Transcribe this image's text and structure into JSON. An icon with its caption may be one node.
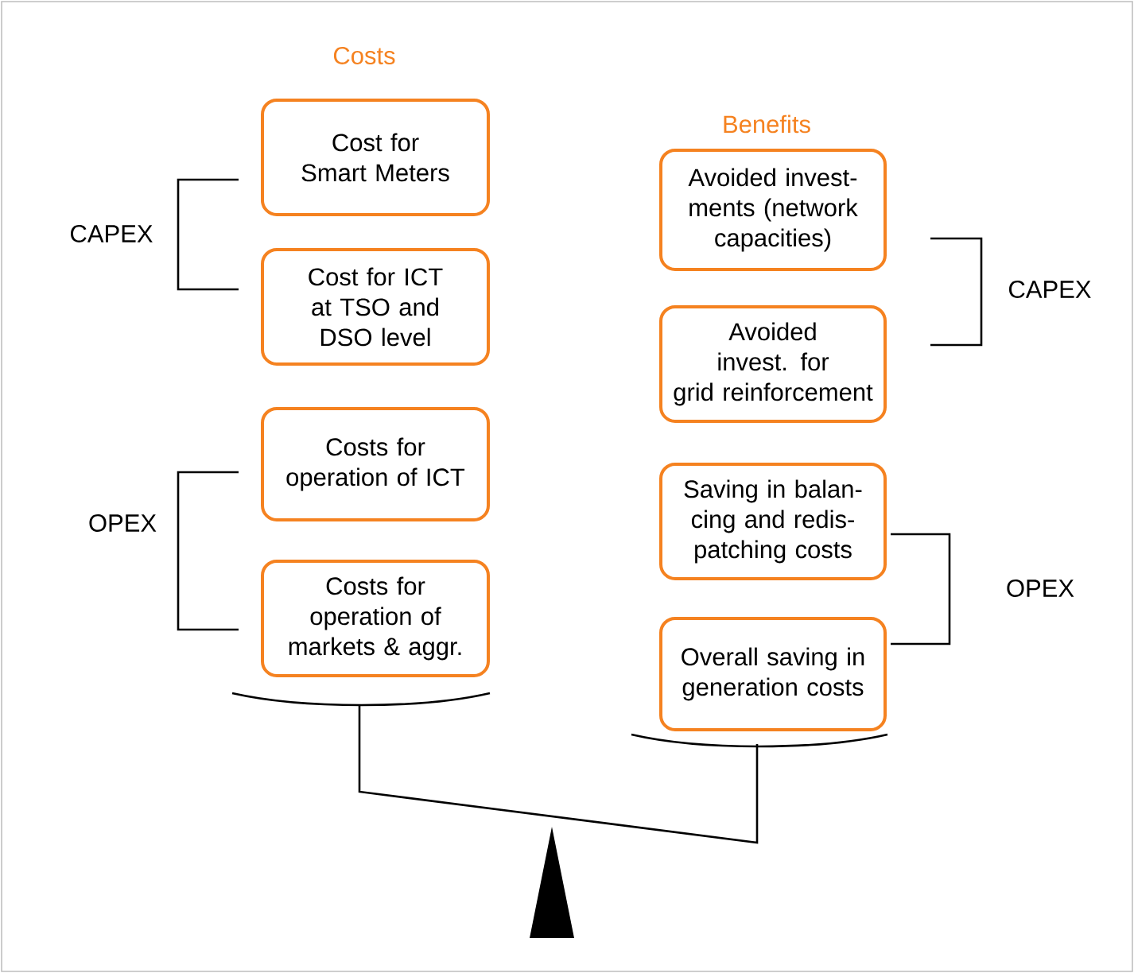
{
  "diagram": {
    "nodes": [
      {
        "text": [
          "Cost for Smart Meters"
        ]
      },
      {
        "text": [
          "Cost for ICT at TSO and DSO level"
        ]
      },
      {
        "text": [
          "Costs for operation of ICT"
        ]
      },
      {
        "text": [
          "Costs for operation of markets & aggr."
        ]
      },
      {
        "text": [
          "Avoided invest-ments (network capacities)"
        ]
      },
      {
        "text": [
          "Avoided invest. for grid reinforcement"
        ]
      },
      {
        "text": [
          "Saving in balan-cing and redis-patching costs"
        ]
      },
      {
        "text": [
          "Overall saving in generation costs"
        ]
      }
    ],
    "labels": [
      "Costs",
      "CAPEX",
      "OPEX",
      "Benefits",
      "CAPEX",
      "OPEX"
    ]
  }
}
